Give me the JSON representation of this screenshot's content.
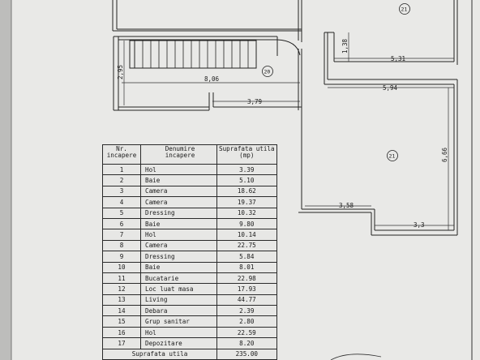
{
  "plan": {
    "room_numbers": {
      "upper_right": "21",
      "stair_area": "20",
      "lower_right": "21"
    },
    "dimensions": {
      "d_295": "2,95",
      "d_806": "8,06",
      "d_379": "3,79",
      "d_138": "1,38",
      "d_531": "5,31",
      "d_594": "5,94",
      "d_666": "6,66",
      "d_358": "3,58",
      "d_33": "3,3"
    }
  },
  "room_table": {
    "headers": {
      "nr": "Nr.\nincapere",
      "name": "Denumire\nincapere",
      "area": "Suprafata utila\n(mp)"
    },
    "rows": [
      {
        "nr": "1",
        "name": "Hol",
        "area": "3.39"
      },
      {
        "nr": "2",
        "name": "Baie",
        "area": "5.10"
      },
      {
        "nr": "3",
        "name": "Camera",
        "area": "18.62"
      },
      {
        "nr": "4",
        "name": "Camera",
        "area": "19.37"
      },
      {
        "nr": "5",
        "name": "Dressing",
        "area": "10.32"
      },
      {
        "nr": "6",
        "name": "Baie",
        "area": "9.80"
      },
      {
        "nr": "7",
        "name": "Hol",
        "area": "10.14"
      },
      {
        "nr": "8",
        "name": "Camera",
        "area": "22.75"
      },
      {
        "nr": "9",
        "name": "Dressing",
        "area": "5.84"
      },
      {
        "nr": "10",
        "name": "Baie",
        "area": "8.01"
      },
      {
        "nr": "11",
        "name": "Bucatarie",
        "area": "22.98"
      },
      {
        "nr": "12",
        "name": "Loc luat masa",
        "area": "17.93"
      },
      {
        "nr": "13",
        "name": "Living",
        "area": "44.77"
      },
      {
        "nr": "14",
        "name": "Debara",
        "area": "2.39"
      },
      {
        "nr": "15",
        "name": "Grup sanitar",
        "area": "2.80"
      },
      {
        "nr": "16",
        "name": "Hol",
        "area": "22.59"
      },
      {
        "nr": "17",
        "name": "Depozitare",
        "area": "8.20"
      }
    ],
    "total": {
      "label": "Suprafata utila",
      "value": "235.00"
    }
  }
}
